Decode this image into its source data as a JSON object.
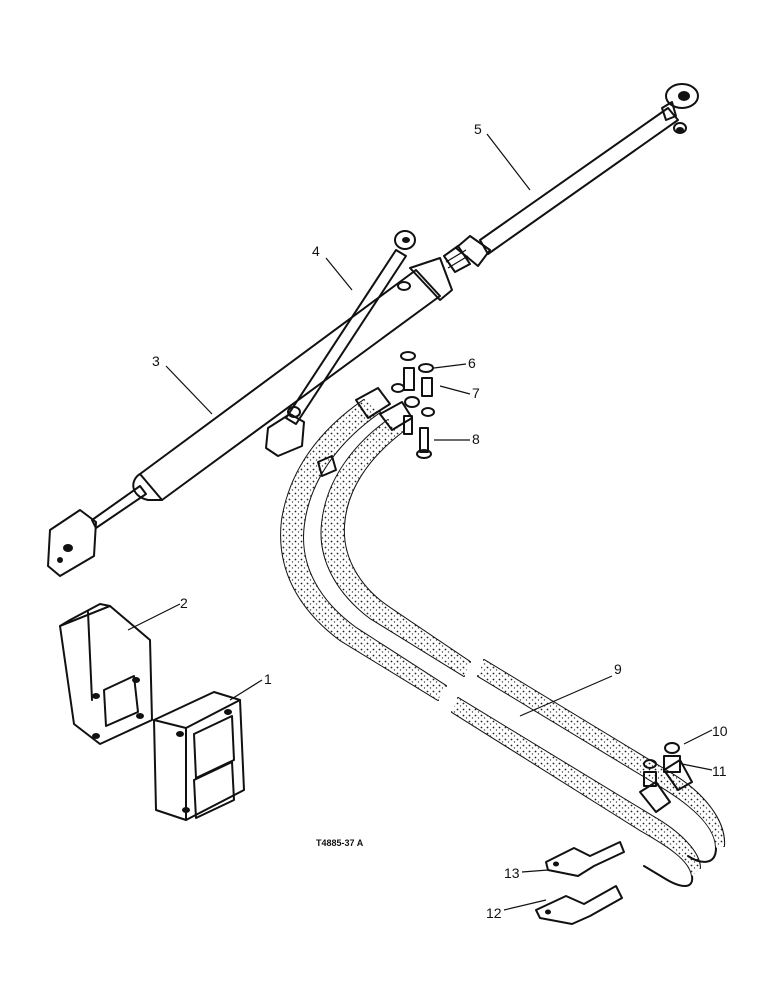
{
  "drawing_ref": "T4885-37 A",
  "callouts": {
    "c1": "1",
    "c2": "2",
    "c3": "3",
    "c4": "4",
    "c5": "5",
    "c6": "6",
    "c7": "7",
    "c8": "8",
    "c9": "9",
    "c10": "10",
    "c11": "11",
    "c12": "12",
    "c13": "13"
  },
  "colors": {
    "ink": "#111111",
    "paper": "#ffffff"
  }
}
